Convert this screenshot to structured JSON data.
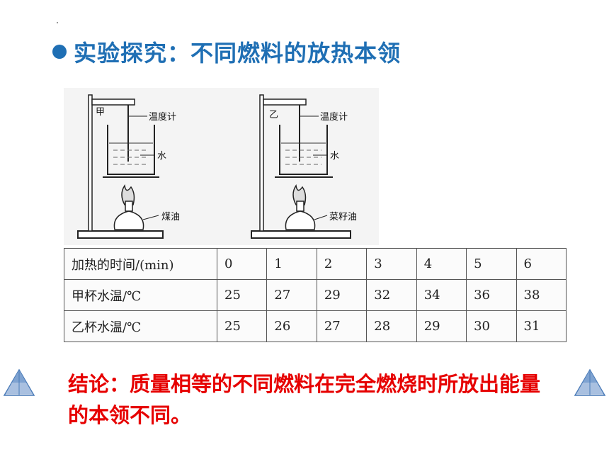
{
  "slide": {
    "title": "实验探究：不同燃料的放热本领",
    "conclusion": "结论：质量相等的不同燃料在完全燃烧时所放出能量的本领不同。"
  },
  "figure": {
    "left_apparatus": {
      "cup_label": "甲",
      "thermometer": "温度计",
      "water": "水",
      "fuel": "煤油"
    },
    "right_apparatus": {
      "cup_label": "乙",
      "thermometer": "温度计",
      "water": "水",
      "fuel": "菜籽油"
    }
  },
  "table": {
    "rows": [
      {
        "label": "加热的时间/(min)",
        "cells": [
          "0",
          "1",
          "2",
          "3",
          "4",
          "5",
          "6"
        ]
      },
      {
        "label": "甲杯水温/℃",
        "cells": [
          "25",
          "27",
          "29",
          "32",
          "34",
          "36",
          "38"
        ]
      },
      {
        "label": "乙杯水温/℃",
        "cells": [
          "25",
          "26",
          "27",
          "28",
          "29",
          "30",
          "31"
        ]
      }
    ]
  },
  "colors": {
    "title": "#1f6fb4",
    "conclusion": "#e60000",
    "pyramid": "#4a7bb8"
  },
  "icons": [
    "pyramid-icon-left",
    "pyramid-icon-right"
  ]
}
